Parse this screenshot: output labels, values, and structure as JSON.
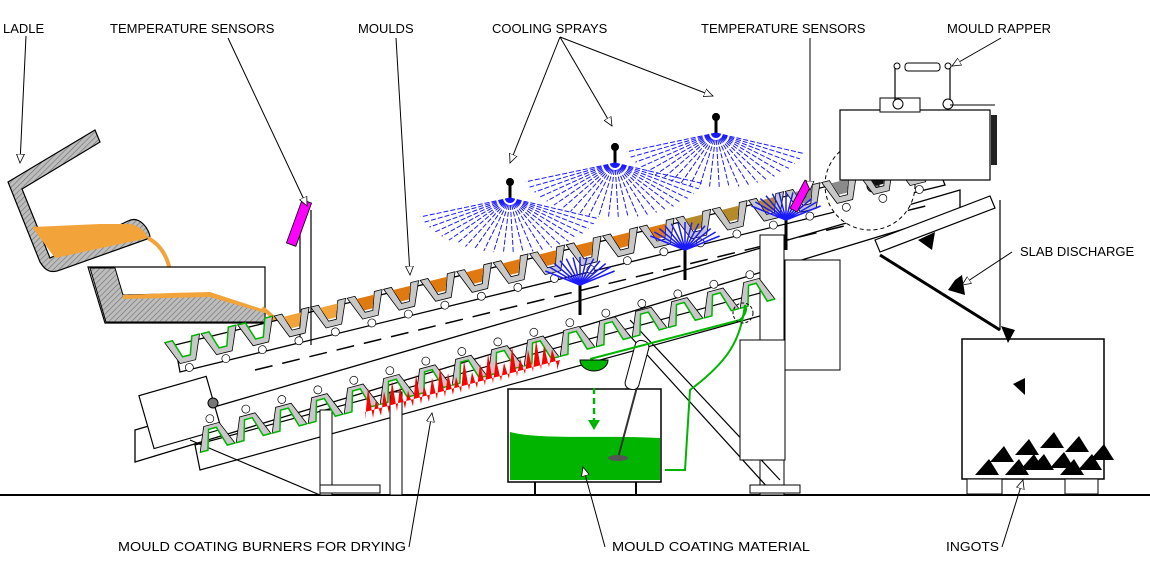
{
  "title": "Pig Casting Machine Diagram",
  "labels": {
    "ladle": "LADLE",
    "temp_sensors_left": "TEMPERATURE SENSORS",
    "moulds": "MOULDS",
    "cooling_sprays": "COOLING SPRAYS",
    "temp_sensors_right": "TEMPERATURE SENSORS",
    "mould_rapper": "MOULD RAPPER",
    "slab_discharge": "SLAB DISCHARGE",
    "burners": "MOULD COATING BURNERS FOR DRYING",
    "coating_material": "MOULD COATING MATERIAL",
    "ingots": "INGOTS"
  },
  "colors": {
    "molten_metal": "#f2a43a",
    "metal_hot": "#e07a10",
    "metal_cooling": "#b58a2a",
    "metal_cooled": "#8a8a8a",
    "spray": "#1a1aff",
    "sensor": "#ff00ff",
    "flame": "#ff0000",
    "coating": "#00b400",
    "mould": "#c8c8c8"
  }
}
